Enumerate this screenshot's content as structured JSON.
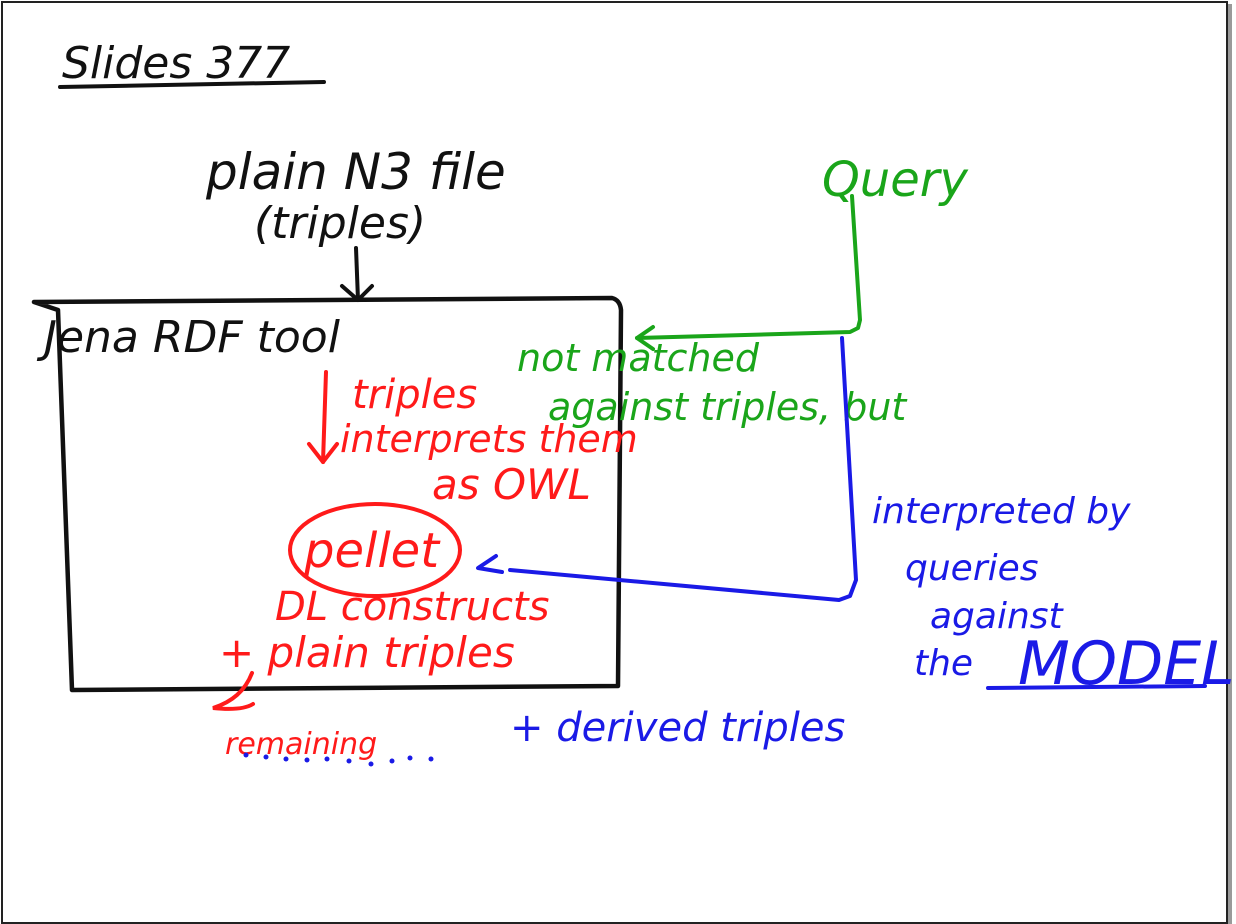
{
  "slide": {
    "title": "Slides 377",
    "source_text_line1": "plain N3 file",
    "source_text_line2": "(triples)",
    "box_label": "Jena RDF tool",
    "red_note_line1": "triples",
    "red_note_line2": "interprets them",
    "red_note_line3": "as OWL",
    "reasoner_label": "pellet",
    "dl_line": "DL constructs",
    "plain_line": "+ plain triples",
    "remaining_label": "remaining",
    "green_query": "Query",
    "green_note_line1": "not matched",
    "green_note_line2": "against triples, but",
    "blue_note_line1": "interpreted by",
    "blue_note_line2": "queries",
    "blue_note_line3": "against",
    "blue_note_line4": "the",
    "blue_model": "MODEL",
    "blue_derived": "+ derived triples"
  },
  "colors": {
    "black_ink": "#111111",
    "red_ink": "#ff1a1a",
    "green_ink": "#1aa51a",
    "blue_ink": "#1a1ae6",
    "frame": "#222222",
    "page_edge": "#9a9a9a"
  }
}
